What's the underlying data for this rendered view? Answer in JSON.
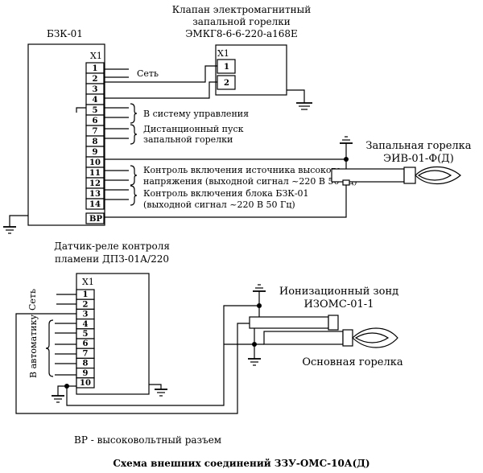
{
  "blocks": {
    "bzk": {
      "title": "БЗК-01",
      "connector": "X1",
      "pins": [
        "1",
        "2",
        "3",
        "4",
        "5",
        "6",
        "7",
        "8",
        "9",
        "10",
        "11",
        "12",
        "13",
        "14"
      ],
      "bp_pin": "ВР"
    },
    "valve": {
      "title_lines": [
        "Клапан электромагнитный",
        "запальной горелки",
        "ЭМКГ8-6-6-220-а168Е"
      ],
      "connector": "X1",
      "pins": [
        "1",
        "2"
      ]
    },
    "dpz": {
      "title_lines": [
        "Датчик-реле контроля",
        "пламени ДПЗ-01А/220"
      ],
      "connector": "X1",
      "pins": [
        "1",
        "2",
        "3",
        "4",
        "5",
        "6",
        "7",
        "8",
        "9",
        "10"
      ]
    }
  },
  "labels": {
    "set": "Сеть",
    "control_system": "В систему управления",
    "remote_start_1": "Дистанционный пуск",
    "remote_start_2": "запальной горелки",
    "hv_ctrl_1": "Контроль включения источника высокого",
    "hv_ctrl_2": "напряжения (выходной сигнал ~220 В 50 Гц)",
    "bzk_ctrl_1": "Контроль включения блока БЗК-01",
    "bzk_ctrl_2": "(выходной сигнал ~220 В 50 Гц)",
    "igniter_1": "Запальная горелка",
    "igniter_2": "ЭИВ-01-Ф(Д)",
    "probe_1": "Ионизационный зонд",
    "probe_2": "ИЗОМС-01-1",
    "main_burner": "Основная горелка",
    "dpz_set": "Сеть",
    "dpz_auto": "В автоматику"
  },
  "footer": {
    "note": "ВР - высоковольтный разъем",
    "title": "Схема внешних соединений ЗЗУ-ОМС-10А(Д)"
  }
}
